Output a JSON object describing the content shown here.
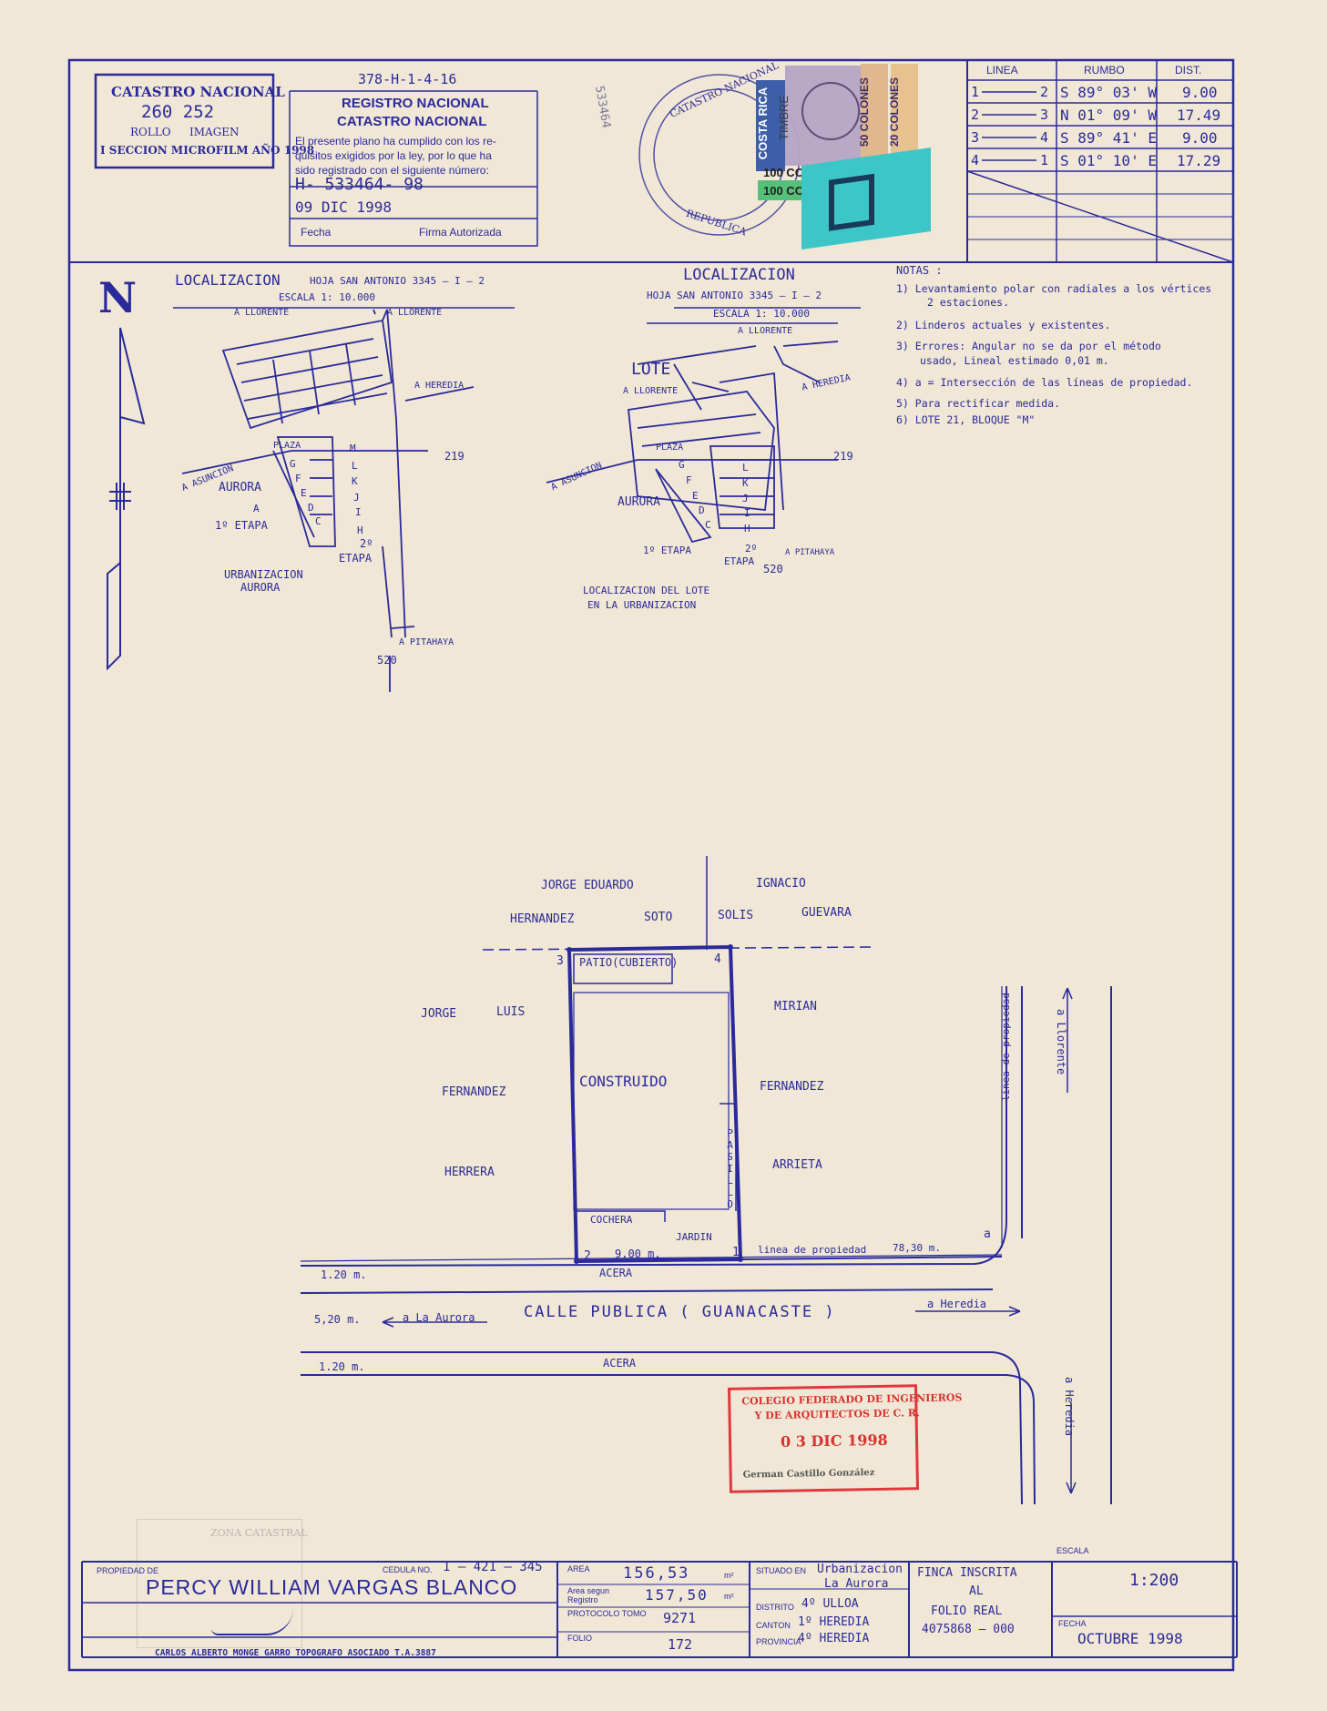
{
  "header": {
    "catastro_box": {
      "title": "CATASTRO NACIONAL",
      "number": "260 252",
      "rollo_label": "ROLLO",
      "imagen_label": "IMAGEN",
      "seccion": "I SECCION MICROFILM AÑO 1998"
    },
    "registro_box": {
      "top_code": "378-H-1-4-16",
      "title1": "REGISTRO NACIONAL",
      "title2": "CATASTRO NACIONAL",
      "line1": "El presente plano ha cumplido con los re-",
      "line2": "quisitos exigidos por la ley, por lo que ha",
      "line3": "sido registrado con el siguiente número:",
      "number": "H- 533464- 98",
      "date": "09 DIC 1998",
      "fecha_label": "Fecha",
      "firma_label": "Firma Autorizada"
    },
    "handwritten_note": "533464",
    "stamps": {
      "republica": "REPUBLICA",
      "catastro_round": "CATASTRO NACIONAL",
      "costa_rica": "COSTA RICA",
      "timbre": "TIMBRE",
      "c100a": "100 COLONES",
      "c100b": "100 COLONES",
      "c50": "50 COLONES",
      "c20": "20 COLONES"
    }
  },
  "rumbo_table": {
    "headers": [
      "LINEA",
      "RUMBO",
      "DIST."
    ],
    "rows": [
      {
        "from": "1",
        "to": "2",
        "rumbo": "S 89° 03' W",
        "dist": "9.00"
      },
      {
        "from": "2",
        "to": "3",
        "rumbo": "N 01° 09' W",
        "dist": "17.49"
      },
      {
        "from": "3",
        "to": "4",
        "rumbo": "S 89° 41' E",
        "dist": "9.00"
      },
      {
        "from": "4",
        "to": "1",
        "rumbo": "S 01° 10' E",
        "dist": "17.29"
      }
    ]
  },
  "north_label": "N",
  "loc1": {
    "title": "LOCALIZACION",
    "hoja": "HOJA SAN ANTONIO 3345 — I — 2",
    "escala": "ESCALA 1: 10.000",
    "a_llorente1": "A LLORENTE",
    "a_llorente2": "A LLORENTE",
    "a_heredia": "A HEREDIA",
    "a_asuncion": "A ASUNCION",
    "plaza": "PLAZA",
    "aurora": "AURORA",
    "a": "A",
    "etapa1": "1º ETAPA",
    "etapa2a": "2º",
    "etapa2b": "ETAPA",
    "urb1": "URBANIZACION",
    "urb2": "AURORA",
    "a_pitahaya": "A PITAHAYA",
    "n219": "219",
    "n520": "520",
    "letters": [
      "G",
      "F",
      "E",
      "D",
      "C",
      "M",
      "L",
      "K",
      "J",
      "I",
      "H"
    ]
  },
  "loc2": {
    "title": "LOCALIZACION",
    "hoja": "HOJA SAN ANTONIO 3345 — I — 2",
    "escala": "ESCALA 1: 10.000",
    "a_llorente1": "A LLORENTE",
    "a_llorente2": "A LLORENTE",
    "a_heredia": "A HEREDIA",
    "a_asuncion": "A ASUNCION",
    "lote": "LOTE",
    "plaza": "PLAZA",
    "aurora": "AURORA",
    "etapa1": "1º ETAPA",
    "etapa2a": "2º",
    "etapa2b": "ETAPA",
    "a_pitahaya": "A PITAHAYA",
    "n219": "219",
    "n520": "520",
    "caption1": "LOCALIZACION DEL LOTE",
    "caption2": "EN LA URBANIZACION",
    "letters": [
      "G",
      "F",
      "E",
      "D",
      "C",
      "L",
      "K",
      "J",
      "I",
      "H"
    ]
  },
  "notas": {
    "title": "NOTAS :",
    "items": [
      "1) Levantamiento polar con radiales a los vértices",
      "2 estaciones.",
      "2) Linderos actuales y existentes.",
      "3) Errores: Angular no se da por el método",
      "usado, Lineal estimado 0,01 m.",
      "4) a = Intersección de las líneas de propiedad.",
      "5) Para rectificar medida.",
      "6) LOTE 21, BLOQUE \"M\""
    ]
  },
  "plan": {
    "north_owner1": "JORGE EDUARDO",
    "north_owner2": "HERNANDEZ",
    "north_owner3": "SOTO",
    "north_owner4": "IGNACIO",
    "north_owner5": "SOLIS",
    "north_owner6": "GUEVARA",
    "west1": "JORGE",
    "west2": "LUIS",
    "west3": "FERNANDEZ",
    "west4": "HERRERA",
    "east1": "MIRIAN",
    "east2": "FERNANDEZ",
    "east3": "ARRIETA",
    "patio": "PATIO(CUBIERTO)",
    "construido": "CONSTRUIDO",
    "pasillo": "PASILLO",
    "cochera": "COCHERA",
    "jardin": "JARDIN",
    "v1": "1",
    "v2": "2",
    "v3": "3",
    "v4": "4",
    "front_dist": "9.00 m.",
    "linea_prop": "linea de propiedad",
    "dist_7830": "78,30 m.",
    "a_mark": "a",
    "acera": "ACERA",
    "acera2": "ACERA",
    "w_120a": "1.20 m.",
    "w_520": "5,20 m.",
    "w_120b": "1.20 m.",
    "a_la_aurora": "a La Aurora",
    "calle": "CALLE PUBLICA ( GUANACASTE )",
    "a_heredia": "a Heredia",
    "linea_vert": "linea de propiedad",
    "a_llorente_vert": "a Llorente",
    "a_heredia_vert": "a Heredia"
  },
  "colegio_stamp": {
    "line1": "COLEGIO FEDERADO DE INGENIEROS",
    "line2": "Y DE ARQUITECTOS DE C. R.",
    "date": "0 3 DIC 1998",
    "name": "German Castillo González"
  },
  "footer": {
    "propiedad_label": "PROPIEDAD DE",
    "cedula_label": "CEDULA No.",
    "cedula": "1 — 421 — 345",
    "owner": "PERCY WILLIAM VARGAS BLANCO",
    "topografo": "CARLOS ALBERTO MONGE GARRO   TOPOGRAFO ASOCIADO T.A.3887",
    "area_label": "AREA",
    "area": "156,53",
    "area_unit": "m²",
    "area_reg_label1": "Area segun",
    "area_reg_label2": "Registro",
    "area_reg": "157,50",
    "area_reg_unit": "m²",
    "protocolo_label": "PROTOCOLO TOMO",
    "protocolo": "9271",
    "folio_label": "FOLIO",
    "folio": "172",
    "situado_label": "SITUADO EN",
    "situado1": "Urbanizacion",
    "situado2": "La Aurora",
    "distrito_label": "DISTRITO",
    "distrito": "4º ULLOA",
    "canton_label": "CANTON",
    "canton": "1º HEREDIA",
    "provincia_label": "PROVINCIA",
    "provincia": "4º HEREDIA",
    "finca1": "FINCA INSCRITA",
    "finca2": "AL",
    "finca3": "FOLIO REAL",
    "finca4": "4075868 — 000",
    "escala_label": "ESCALA",
    "escala": "1:200",
    "fecha_label": "FECHA",
    "fecha": "OCTUBRE 1998",
    "zona_stamp": "ZONA CATASTRAL"
  },
  "colors": {
    "ink": "#2a2a9a",
    "paper": "#f1e7d6",
    "red": "#d8322f",
    "teal": "#3cc6c8"
  }
}
